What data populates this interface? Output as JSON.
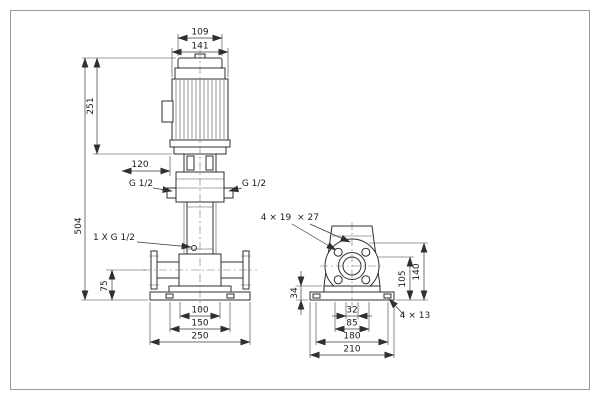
{
  "colors": {
    "line": "#2f2f2f",
    "frame": "#9a9a9a",
    "background": "#ffffff"
  },
  "front_view": {
    "dim_109": "109",
    "dim_141": "141",
    "dim_251": "251",
    "dim_120": "120",
    "port_left": "G 1/2",
    "port_right": "G 1/2",
    "dim_504": "504",
    "drain_label": "1 X G 1/2",
    "dim_75": "75",
    "dim_100": "100",
    "dim_150": "150",
    "dim_250": "250"
  },
  "side_view": {
    "flange_holes_a": "4 × 19",
    "flange_holes_b": "× 27",
    "dim_34": "34",
    "dim_105": "105",
    "dim_140": "140",
    "dim_32": "32",
    "dim_85": "85",
    "dim_180": "180",
    "dim_210": "210",
    "base_holes": "4 × 13"
  }
}
